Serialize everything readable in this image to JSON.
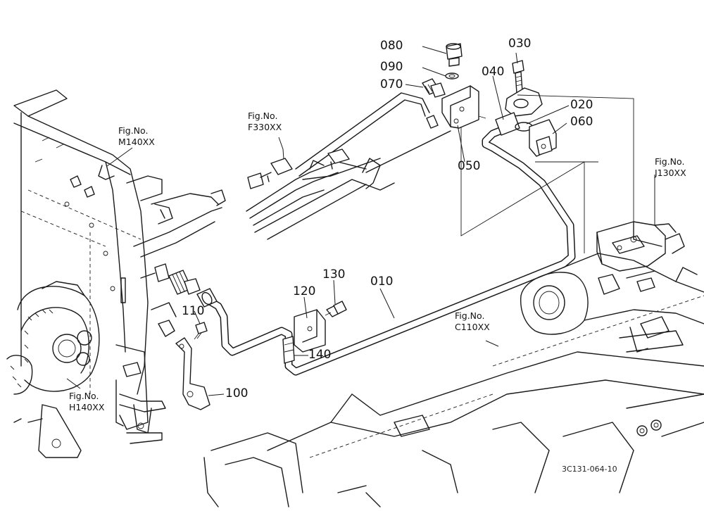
{
  "parts": {
    "p010": "010",
    "p020": "020",
    "p030": "030",
    "p040": "040",
    "p050": "050",
    "p060": "060",
    "p070": "070",
    "p080": "080",
    "p090": "090",
    "p100": "100",
    "p110": "110",
    "p120": "120",
    "p130": "130",
    "p140": "140"
  },
  "figure_refs": {
    "f330": {
      "label": "Fig.No.",
      "code": "F330XX"
    },
    "m140": {
      "label": "Fig.No.",
      "code": "M140XX"
    },
    "j130": {
      "label": "Fig.No.",
      "code": "J130XX"
    },
    "c110": {
      "label": "Fig.No.",
      "code": "C110XX"
    },
    "h140": {
      "label": "Fig.No.",
      "code": "H140XX"
    }
  },
  "drawing_code": "3C131-064-10"
}
